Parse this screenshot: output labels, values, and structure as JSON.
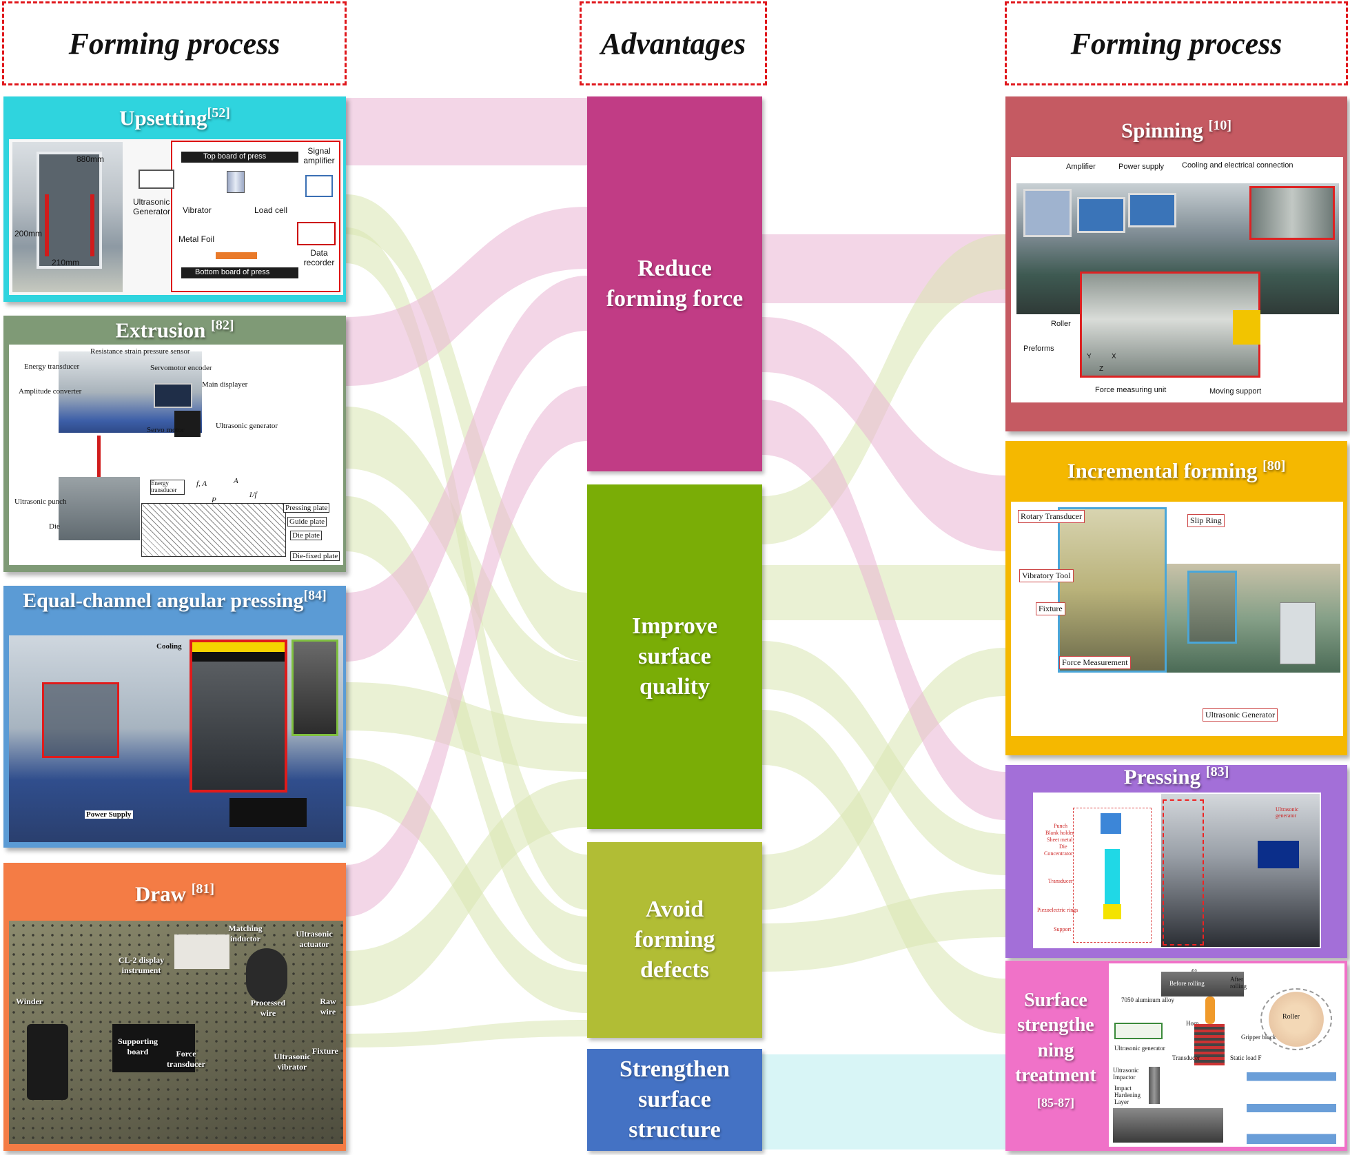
{
  "headers": {
    "left": "Forming process",
    "center": "Advantages",
    "right": "Forming process"
  },
  "left_processes": [
    {
      "title": "Upsetting",
      "ref": "[52]",
      "color": "#2fd4de"
    },
    {
      "title": "Extrusion ",
      "ref": "[82]",
      "color": "#7f9a76"
    },
    {
      "title": "Equal-channel angular pressing",
      "ref": "[84]",
      "color": "#5b9bd5"
    },
    {
      "title": "Draw ",
      "ref": "[81]",
      "color": "#f47c45"
    }
  ],
  "right_processes": [
    {
      "title": "Spinning ",
      "ref": "[10]",
      "color": "#c55a62"
    },
    {
      "title": "Incremental forming ",
      "ref": "[80]",
      "color": "#f5b800"
    },
    {
      "title": "Pressing ",
      "ref": "[83]",
      "color": "#a36fd8"
    },
    {
      "title": "Surface strengthe ning treatment",
      "ref": "[85-87]",
      "color": "#f072c8"
    }
  ],
  "advantages": [
    {
      "label": "Reduce forming force",
      "color": "#c13c85"
    },
    {
      "label": "Improve surface quality",
      "color": "#7aad06"
    },
    {
      "label": "Avoid forming defects",
      "color": "#b1bd35"
    },
    {
      "label": "Strengthen surface structure",
      "color": "#4472c4"
    }
  ],
  "flow_colors": {
    "pink": "#e9b4d4",
    "green": "#d8e6b0",
    "cyan": "#b8ecef"
  },
  "figure_labels": {
    "upsetting": {
      "top_board": "Top board of press",
      "bottom_board": "Bottom board of press",
      "signal_amplifier": "Signal amplifier",
      "ultrasonic_generator": "Ultrasonic Generator",
      "vibrator": "Vibrator",
      "load_cell": "Load cell",
      "metal_foil": "Metal Foil",
      "data_recorder": "Data recorder",
      "dim_880": "880mm",
      "dim_200": "200mm",
      "dim_210": "210mm"
    },
    "extrusion": {
      "resistance_sensor": "Resistance strain pressure sensor",
      "energy_transducer": "Energy transducer",
      "servomotor_encoder": "Servomotor encoder",
      "main_displayer": "Main displayer",
      "amplitude_converter": "Amplitude converter",
      "servo_motor": "Servo motor",
      "ultrasonic_generator": "Ultrasonic generator",
      "energy_transducer2": "Energy transducer",
      "ultrasonic_punch": "Ultrasonic punch",
      "die": "Die",
      "pressing_plate": "Pressing plate",
      "guide_plate": "Guide plate",
      "die_plate": "Die plate",
      "die_fixed_plate": "Die-fixed plate",
      "fa": "f, A",
      "p": "P",
      "a": "A",
      "one_over_f": "1/f"
    },
    "ecap": {
      "cooling": "Cooling",
      "power_supply": "Power Supply"
    },
    "draw": {
      "matching_inductor": "Matching inductor",
      "ultrasonic_actuator": "Ultrasonic actuator",
      "cl2_display": "CL-2 display instrument",
      "winder": "Winder",
      "processed_wire": "Processed wire",
      "raw_wire": "Raw wire",
      "supporting_board": "Supporting board",
      "force_transducer": "Force transducer",
      "ultrasonic_vibrator": "Ultrasonic vibrator",
      "fixture": "Fixture"
    },
    "spinning": {
      "amplifier": "Amplifier",
      "power_supply": "Power supply",
      "cooling": "Cooling and electrical connection",
      "roller": "Roller",
      "preforms": "Preforms",
      "force_unit": "Force measuring unit",
      "moving_support": "Moving support",
      "axis_y": "Y",
      "axis_x": "X",
      "axis_z": "Z"
    },
    "incremental": {
      "rotary_transducer": "Rotary Transducer",
      "slip_ring": "Slip Ring",
      "vibratory_tool": "Vibratory Tool",
      "fixture": "Fixture",
      "force_measurement": "Force Measurement",
      "ultrasonic_generator": "Ultrasonic Generator"
    },
    "pressing": {
      "punch": "Punch",
      "blank_holder": "Blank holder",
      "sheet_metal": "Sheet metal",
      "die": "Die",
      "concentrator": "Concentrator",
      "transducer": "Transducer",
      "piezo": "Piezoelectric rings",
      "support": "Support",
      "ultrasonic_generator": "Ultrasonic generator"
    },
    "surface": {
      "alloy": "7050 aluminum alloy",
      "before_rolling": "Before rolling",
      "after_rolling": "After rolling",
      "roller": "Roller",
      "horn": "Horn",
      "gripper": "Gripper block",
      "us_generator": "Ultrasonic generator",
      "transducer": "Transducer",
      "static_load": "Static load F",
      "us_impactor": "Ultrasonic Impactor",
      "impact_layer": "Impact Hardening Layer",
      "omega": "ω"
    }
  }
}
